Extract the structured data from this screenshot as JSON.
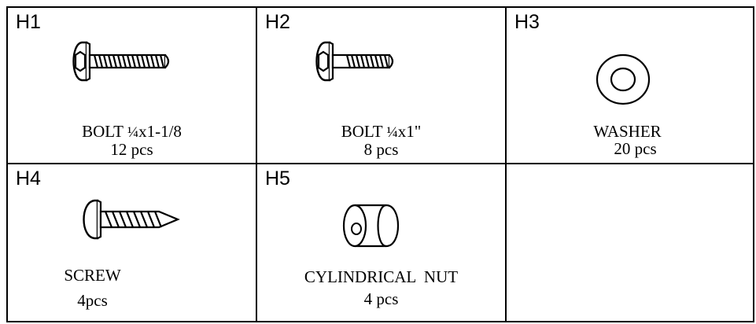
{
  "parts": [
    {
      "code": "H1",
      "name_prefix": "BOLT ",
      "fraction": "¼",
      "name_suffix": "x1-1/8",
      "qty": "12 pcs",
      "icon": "long-hex-bolt-icon"
    },
    {
      "code": "H2",
      "name_prefix": "BOLT ",
      "fraction": "¼",
      "name_suffix": "x1\"",
      "qty": "8 pcs",
      "icon": "short-hex-bolt-icon"
    },
    {
      "code": "H3",
      "name": "WASHER",
      "qty": "20 pcs",
      "icon": "washer-icon"
    },
    {
      "code": "H4",
      "name": "SCREW",
      "qty": "4pcs",
      "icon": "screw-icon"
    },
    {
      "code": "H5",
      "name": "CYLINDRICAL  NUT",
      "qty": "4 pcs",
      "icon": "cylindrical-nut-icon"
    }
  ]
}
